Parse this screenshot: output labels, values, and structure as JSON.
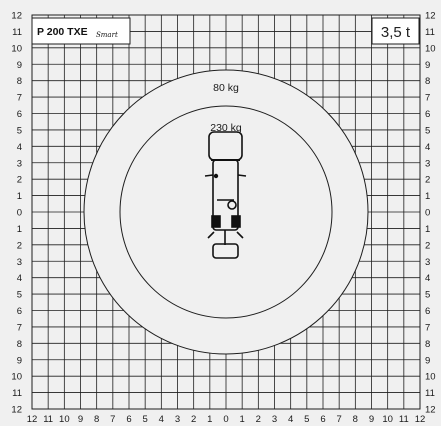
{
  "diagram": {
    "model_name": "P 200 TXE",
    "model_variant": "Smart",
    "capacity": "3,5 t",
    "axis_ticks_vertical": [
      "12",
      "11",
      "10",
      "9",
      "8",
      "7",
      "6",
      "5",
      "4",
      "3",
      "2",
      "1",
      "0",
      "1",
      "2",
      "3",
      "4",
      "5",
      "6",
      "7",
      "8",
      "9",
      "10",
      "11",
      "12"
    ],
    "axis_ticks_horizontal": [
      "12",
      "11",
      "10",
      "9",
      "8",
      "7",
      "6",
      "5",
      "4",
      "3",
      "2",
      "1",
      "0",
      "1",
      "2",
      "3",
      "4",
      "5",
      "6",
      "7",
      "8",
      "9",
      "10",
      "11",
      "12"
    ],
    "outer_ring_load": "80 kg",
    "inner_ring_load": "230 kg",
    "colors": {
      "background": "#f0f0f0",
      "grid_line": "#1e1e1e",
      "circle_fill": "#f0f0f0",
      "vehicle": "#111111"
    }
  }
}
